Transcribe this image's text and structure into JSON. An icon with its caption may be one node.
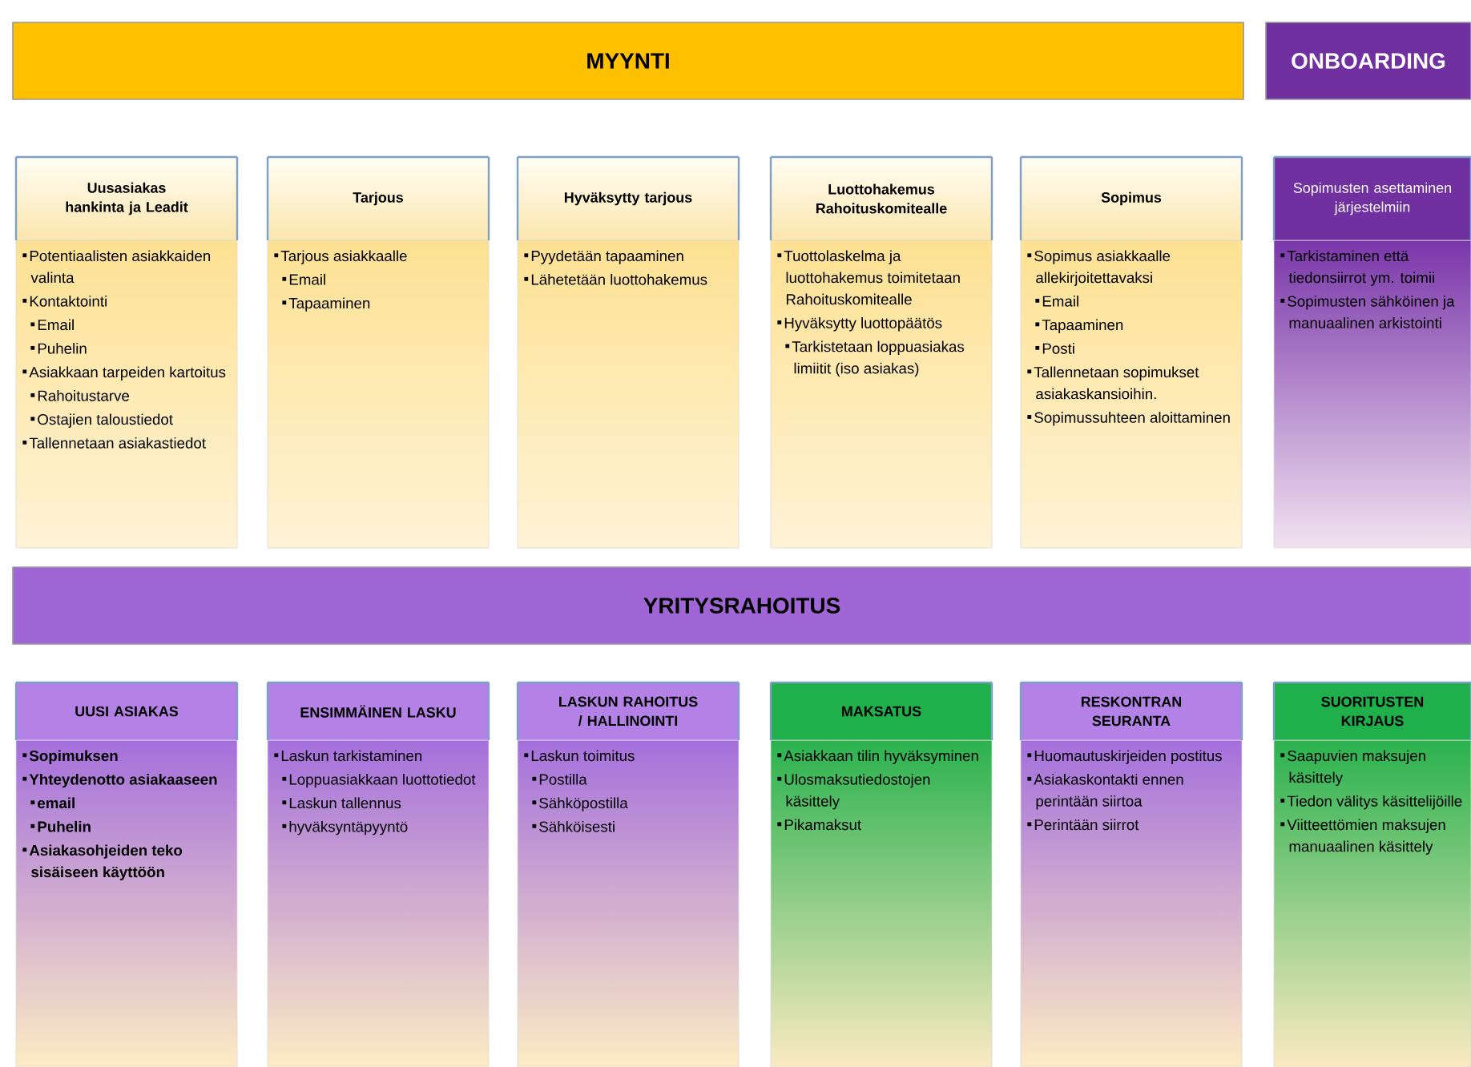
{
  "diagram": {
    "nodes": [
      {
        "text": [
          "MYYNTI"
        ]
      },
      {
        "text": [
          "ONBOARDING"
        ]
      },
      {
        "text": [
          "Uusasiakas hankinta ja Leadit",
          "Potentiaalisten asiakkaiden valinta",
          "Kontaktointi",
          "Email",
          "Puhelin",
          "Asiakkaan tarpeiden kartoitus",
          "Rahoitustarve",
          "Ostajien taloustiedot",
          "Tallennetaan asiakastiedot"
        ]
      },
      {
        "text": [
          "Tarjous",
          "Tarjous asiakkaalle",
          "Email",
          "Tapaaminen"
        ]
      },
      {
        "text": [
          "Hyväksytty tarjous",
          "Pyydetään tapaaminen",
          "Lähetetään luottohakemus"
        ]
      },
      {
        "text": [
          "Luottohakemus Rahoituskomitealle",
          "Tuottolaskelma ja luottohakemus toimitetaan Rahoituskomitealle",
          "Hyväksytty luottopäätös",
          "Tarkistetaan loppuasiakas limiitit (iso asiakas)"
        ]
      },
      {
        "text": [
          "Sopimus",
          "Sopimus asiakkaalle allekirjoitettavaksi",
          "Email",
          "Tapaaminen",
          "Posti",
          "Tallennetaan sopimukset asiakaskansioihin.",
          "Sopimussuhteen aloittaminen"
        ]
      },
      {
        "text": [
          "Sopimusten asettaminen järjestelmiin",
          "Tarkistaminen että tiedonsiirrot ym. toimii",
          "Sopimusten sähköinen ja manuaalinen arkistointi"
        ]
      },
      {
        "text": [
          "YRITYSRAHOITUS"
        ]
      },
      {
        "text": [
          "UUSI ASIAKAS",
          "Sopimuksen",
          "Yhteydenotto asiakaaseen",
          "email",
          "Puhelin",
          "Asiakasohjeiden teko sisäiseen käyttöön"
        ]
      },
      {
        "text": [
          "ENSIMMÄINEN LASKU",
          "Laskun tarkistaminen",
          "Loppuasiakkaan luottotiedot",
          "Laskun tallennus",
          "hyväksyntäpyyntö"
        ]
      },
      {
        "text": [
          "LASKUN RAHOITUS / HALLINOINTI",
          "Laskun toimitus",
          "Postilla",
          "Sähköpostilla",
          "Sähköisesti"
        ]
      },
      {
        "text": [
          "MAKSATUS",
          "Asiakkaan tilin hyväksyminen",
          "Ulosmaksutiedostojen käsittely",
          "Pikamaksut"
        ]
      },
      {
        "text": [
          "RESKONTRAN SEURANTA",
          "Huomautuskirjeiden postitus",
          "Asiakaskontakti ennen perintään siirtoa",
          "Perintään siirrot"
        ]
      },
      {
        "text": [
          "SUORITUSTEN KIRJAUS",
          "Saapuvien maksujen käsittely",
          "Tiedon välitys käsittelijöille",
          "Viitteettömien maksujen manuaalinen käsittely"
        ]
      }
    ]
  }
}
